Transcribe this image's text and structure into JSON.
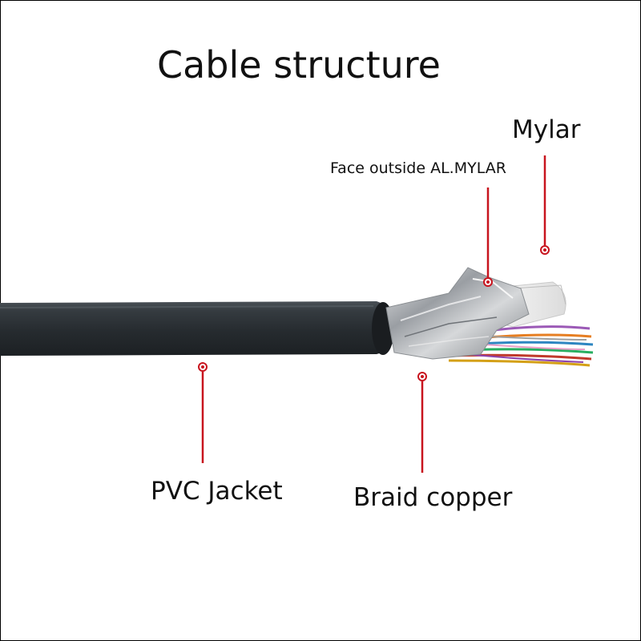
{
  "diagram": {
    "title": "Cable structure",
    "labels": {
      "mylar": "Mylar",
      "face_outside": "Face outside AL.MYLAR",
      "pvc_jacket": "PVC Jacket",
      "braid_copper": "Braid copper"
    },
    "colors": {
      "leader_line": "#c8141e",
      "jacket": "#2a2f33",
      "foil": "#b9bcc0",
      "mylar": "#f1f1f1",
      "text": "#111111"
    }
  }
}
